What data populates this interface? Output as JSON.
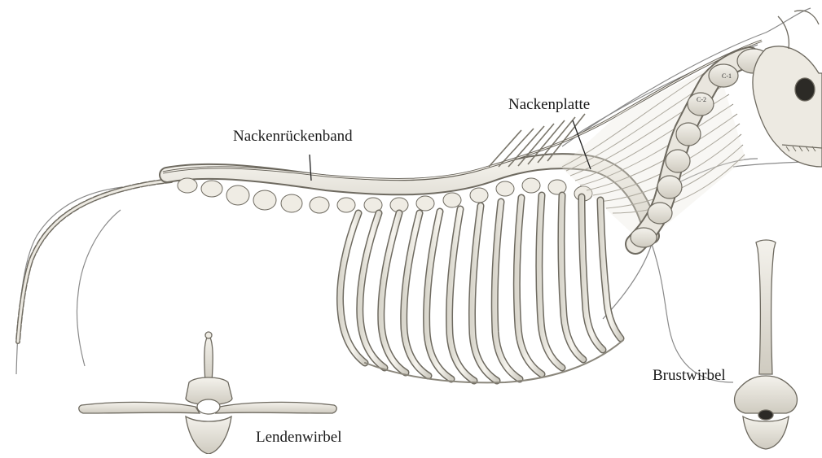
{
  "labels": {
    "nackenrueckenband": "Nackenrückenband",
    "nackenplatte": "Nackenplatte",
    "brustwirbel": "Brustwirbel",
    "lendenwirbel": "Lendenwirbel",
    "c1": "C-1",
    "c2": "C-2"
  },
  "colors": {
    "bone_fill": "#e8e6df",
    "bone_stroke": "#6e6a60",
    "soft_outline": "#8a8a8a",
    "label_text": "#1a1a1a",
    "background": "#ffffff"
  }
}
